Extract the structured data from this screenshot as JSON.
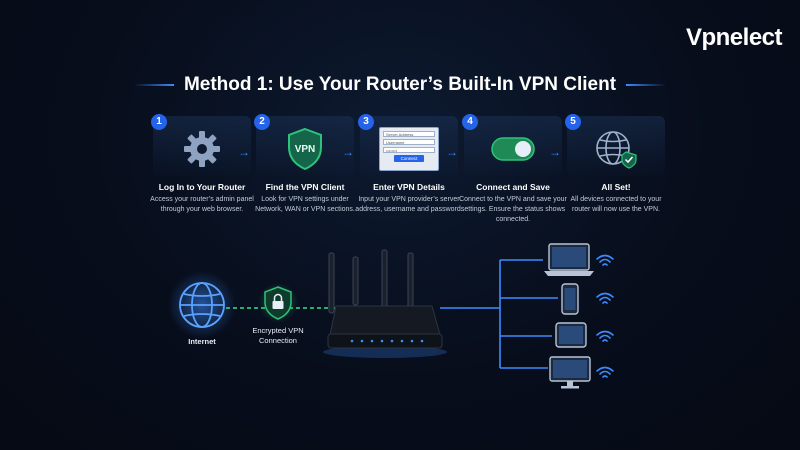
{
  "brand": {
    "logo": "Vpnelect"
  },
  "title": "Method 1: Use Your Router’s Built-In VPN Client",
  "steps": [
    {
      "number": "1",
      "title": "Log In to Your Router",
      "description": "Access your router’s admin panel through your web browser.",
      "icon": "gear-icon"
    },
    {
      "number": "2",
      "title": "Find the VPN Client",
      "description": "Look for VPN settings under Network, WAN or VPN sections.",
      "icon": "vpn-shield-icon",
      "icon_text": "VPN"
    },
    {
      "number": "3",
      "title": "Enter VPN Details",
      "description": "Input your VPN provider’s server address, username and password.",
      "icon": "login-form-icon",
      "form": {
        "server": "Server Address",
        "username": "Username",
        "password": "••••••••",
        "button": "Connect"
      }
    },
    {
      "number": "4",
      "title": "Connect and Save",
      "description": "Connect to the VPN and save your settings. Ensure the status shows connected.",
      "icon": "toggle-icon"
    },
    {
      "number": "5",
      "title": "All Set!",
      "description": "All devices connected to your router will now use the VPN.",
      "icon": "globe-check-icon"
    }
  ],
  "network": {
    "internet_label": "Internet",
    "vpn_label_line1": "Encrypted VPN",
    "vpn_label_line2": "Connection",
    "devices": [
      "laptop-icon",
      "phone-icon",
      "tablet-icon",
      "monitor-icon"
    ]
  },
  "colors": {
    "accent": "#3d8bff",
    "green": "#2fc27a",
    "background": "#070d1b"
  }
}
